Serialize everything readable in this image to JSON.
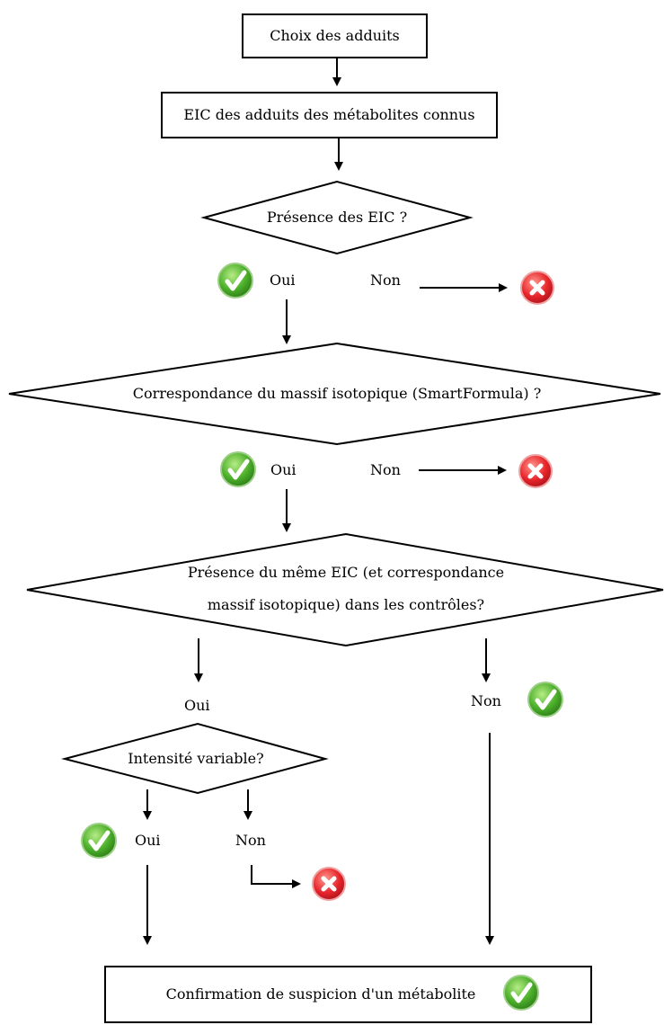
{
  "boxes": {
    "choix": "Choix des adduits",
    "eic": "EIC des adduits des métabolites connus",
    "confirmation": "Confirmation de suspicion d'un métabolite"
  },
  "decisions": {
    "presence_eic": "Présence des EIC ?",
    "massif": "Correspondance du massif isotopique (SmartFormula) ?",
    "controles_line1": "Présence du même EIC (et correspondance",
    "controles_line2": "massif isotopique) dans les contrôles?",
    "intensite": "Intensité variable?"
  },
  "branches": {
    "oui": "Oui",
    "non": "Non"
  },
  "icons": {
    "check": "green-check-icon",
    "cross": "red-cross-icon"
  },
  "colors": {
    "check": "#4caf2a",
    "cross": "#e8262c"
  }
}
